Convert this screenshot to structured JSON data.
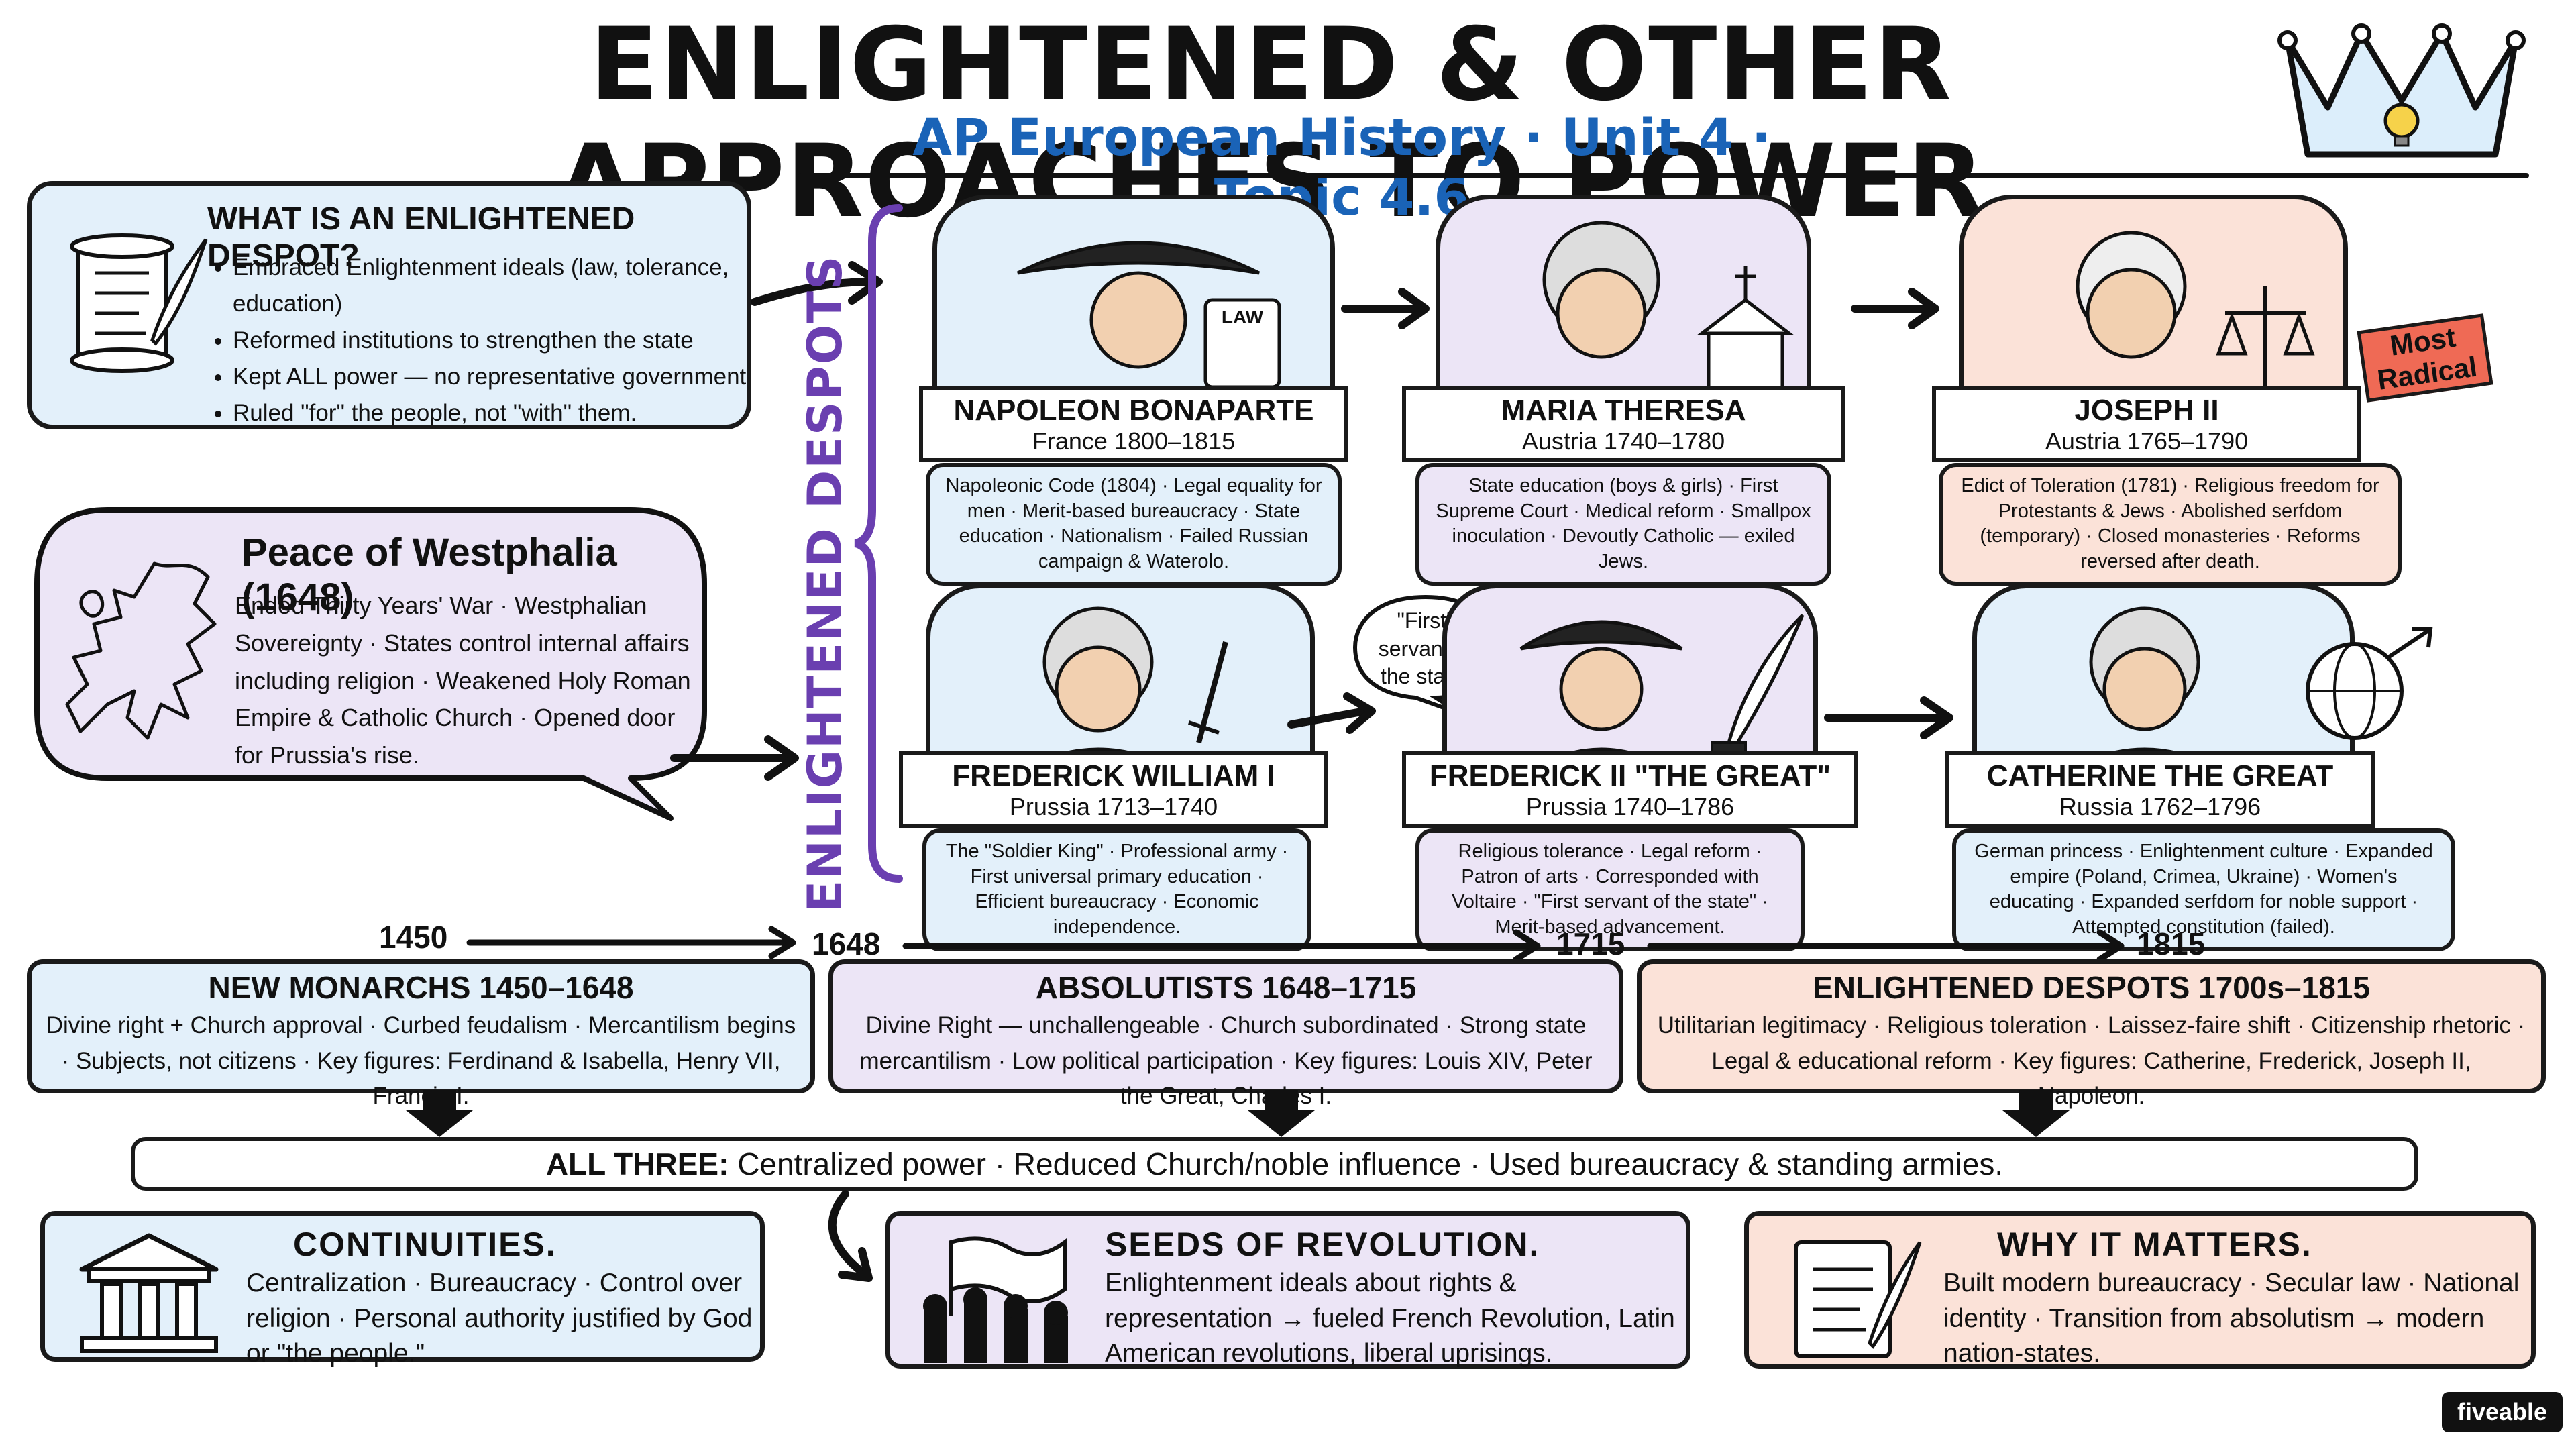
{
  "title": "ENLIGHTENED & OTHER APPROACHES TO POWER",
  "subtitle": "AP European History · Unit 4 · Topic 4.6",
  "colors": {
    "blue": "#e3f0fa",
    "purple": "#ece5f6",
    "pink": "#fbe2d8",
    "subtitle_blue": "#1a63b7",
    "bracket_purple": "#6a3fb0",
    "tag_red": "#ef6a55"
  },
  "despot_def": {
    "heading": "WHAT IS AN ENLIGHTENED DESPOT?",
    "items": [
      "Embraced Enlightenment ideals (law, tolerance, education)",
      "Reformed institutions to strengthen the state",
      "Kept ALL power — no representative government",
      "Ruled \"for\" the people, not \"with\" them."
    ]
  },
  "westphalia": {
    "heading": "Peace of Westphalia (1648)",
    "body": "Ended Thirty Years' War · Westphalian Sovereignty · States control internal affairs including religion · Weakened Holy Roman Empire & Catholic Church · Opened door for Prussia's rise."
  },
  "bracket_label": "ENLIGHTENED DESPOTS",
  "figures": [
    {
      "name": "NAPOLEON BONAPARTE",
      "dates": "France  1800–1815",
      "desc": "Napoleonic Code (1804) · Legal equality for men · Merit-based bureaucracy · State education · Nationalism · Failed Russian campaign & Waterolo.",
      "prop": "LAW",
      "theme": "blue"
    },
    {
      "name": "MARIA THERESA",
      "dates": "Austria  1740–1780",
      "desc": "State education (boys & girls) · First Supreme Court · Medical reform · Smallpox inoculation · Devoutly Catholic — exiled Jews.",
      "theme": "purple"
    },
    {
      "name": "JOSEPH II",
      "dates": "Austria  1765–1790",
      "desc": "Edict of Toleration (1781) · Religious freedom for Protestants & Jews · Abolished serfdom (temporary) · Closed monasteries · Reforms reversed after death.",
      "tag": "Most Radical",
      "theme": "pink"
    },
    {
      "name": "FREDERICK WILLIAM I",
      "dates": "Prussia  1713–1740",
      "desc": "The \"Soldier King\" · Professional army · First universal primary education · Efficient bureaucracy · Economic independence.",
      "theme": "blue"
    },
    {
      "name": "FREDERICK II \"THE GREAT\"",
      "dates": "Prussia  1740–1786",
      "desc": "Religious tolerance · Legal reform · Patron of arts · Corresponded with Voltaire · \"First servant of the state\" · Merit-based advancement.",
      "bubble": "\"First\" servant of the state\"",
      "theme": "purple"
    },
    {
      "name": "CATHERINE THE GREAT",
      "dates": "Russia  1762–1796",
      "desc": "German princess · Enlightenment culture · Expanded empire (Poland, Crimea, Ukraine) · Women's educating · Expanded serfdom for noble support · Attempted constitution (failed).",
      "theme": "blue"
    }
  ],
  "timeline": {
    "years": [
      "1450",
      "1648",
      "1715",
      "1815"
    ]
  },
  "eras": [
    {
      "heading": "NEW MONARCHS  1450–1648",
      "body": "Divine right + Church approval · Curbed feudalism · Mercantilism begins · Subjects, not citizens · Key figures: Ferdinand & Isabella, Henry VII, Francis I.",
      "theme": "blue"
    },
    {
      "heading": "ABSOLUTISTS  1648–1715",
      "body": "Divine Right — unchallengeable · Church subordinated · Strong state mercantilism · Low political participation · Key figures: Louis XIV, Peter the Great, Charles I.",
      "theme": "purple"
    },
    {
      "heading": "ENLIGHTENED DESPOTS  1700s–1815",
      "body": "Utilitarian legitimacy · Religious toleration · Laissez-faire shift · Citizenship rhetoric · Legal & educational reform · Key figures: Catherine, Frederick, Joseph II, Napoleon.",
      "theme": "pink"
    }
  ],
  "all_three": {
    "label": "ALL THREE:",
    "text": "Centralized power · Reduced Church/noble influence · Used bureaucracy & standing armies."
  },
  "bottom": [
    {
      "heading": "CONTINUITIES.",
      "body": "Centralization · Bureaucracy · Control over religion · Personal authority justified by God or \"the people.\"",
      "icon": "temple-icon",
      "theme": "blue"
    },
    {
      "heading": "SEEDS OF REVOLUTION.",
      "body": "Enlightenment ideals about rights & representation → fueled French Revolution, Latin American revolutions, liberal uprisings.",
      "icon": "raised-fists-flag-icon",
      "theme": "purple"
    },
    {
      "heading": "WHY IT MATTERS.",
      "body": "Built modern bureaucracy · Secular law · National identity · Transition from absolutism → modern nation-states.",
      "icon": "document-quill-icon",
      "theme": "pink"
    }
  ],
  "logo": "fiveable"
}
